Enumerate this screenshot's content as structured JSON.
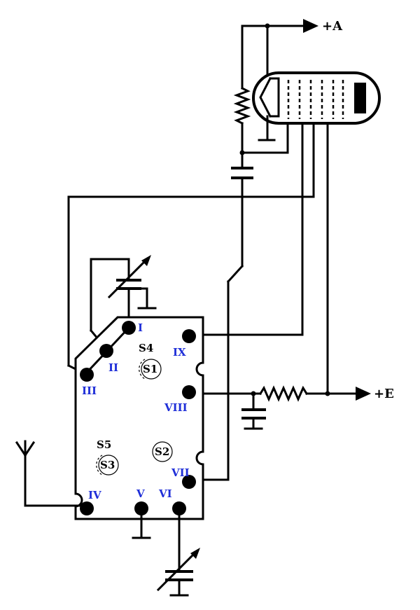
{
  "terminals": {
    "anode": "+A",
    "screen": "+E"
  },
  "pins": {
    "p1": "I",
    "p2": "II",
    "p3": "III",
    "p4": "IV",
    "p5": "V",
    "p6": "VI",
    "p7": "VII",
    "p8": "VIII",
    "p9": "IX"
  },
  "coils": {
    "s1": "S1",
    "s2": "S2",
    "s3": "S3",
    "s4": "S4",
    "s5": "S5"
  }
}
